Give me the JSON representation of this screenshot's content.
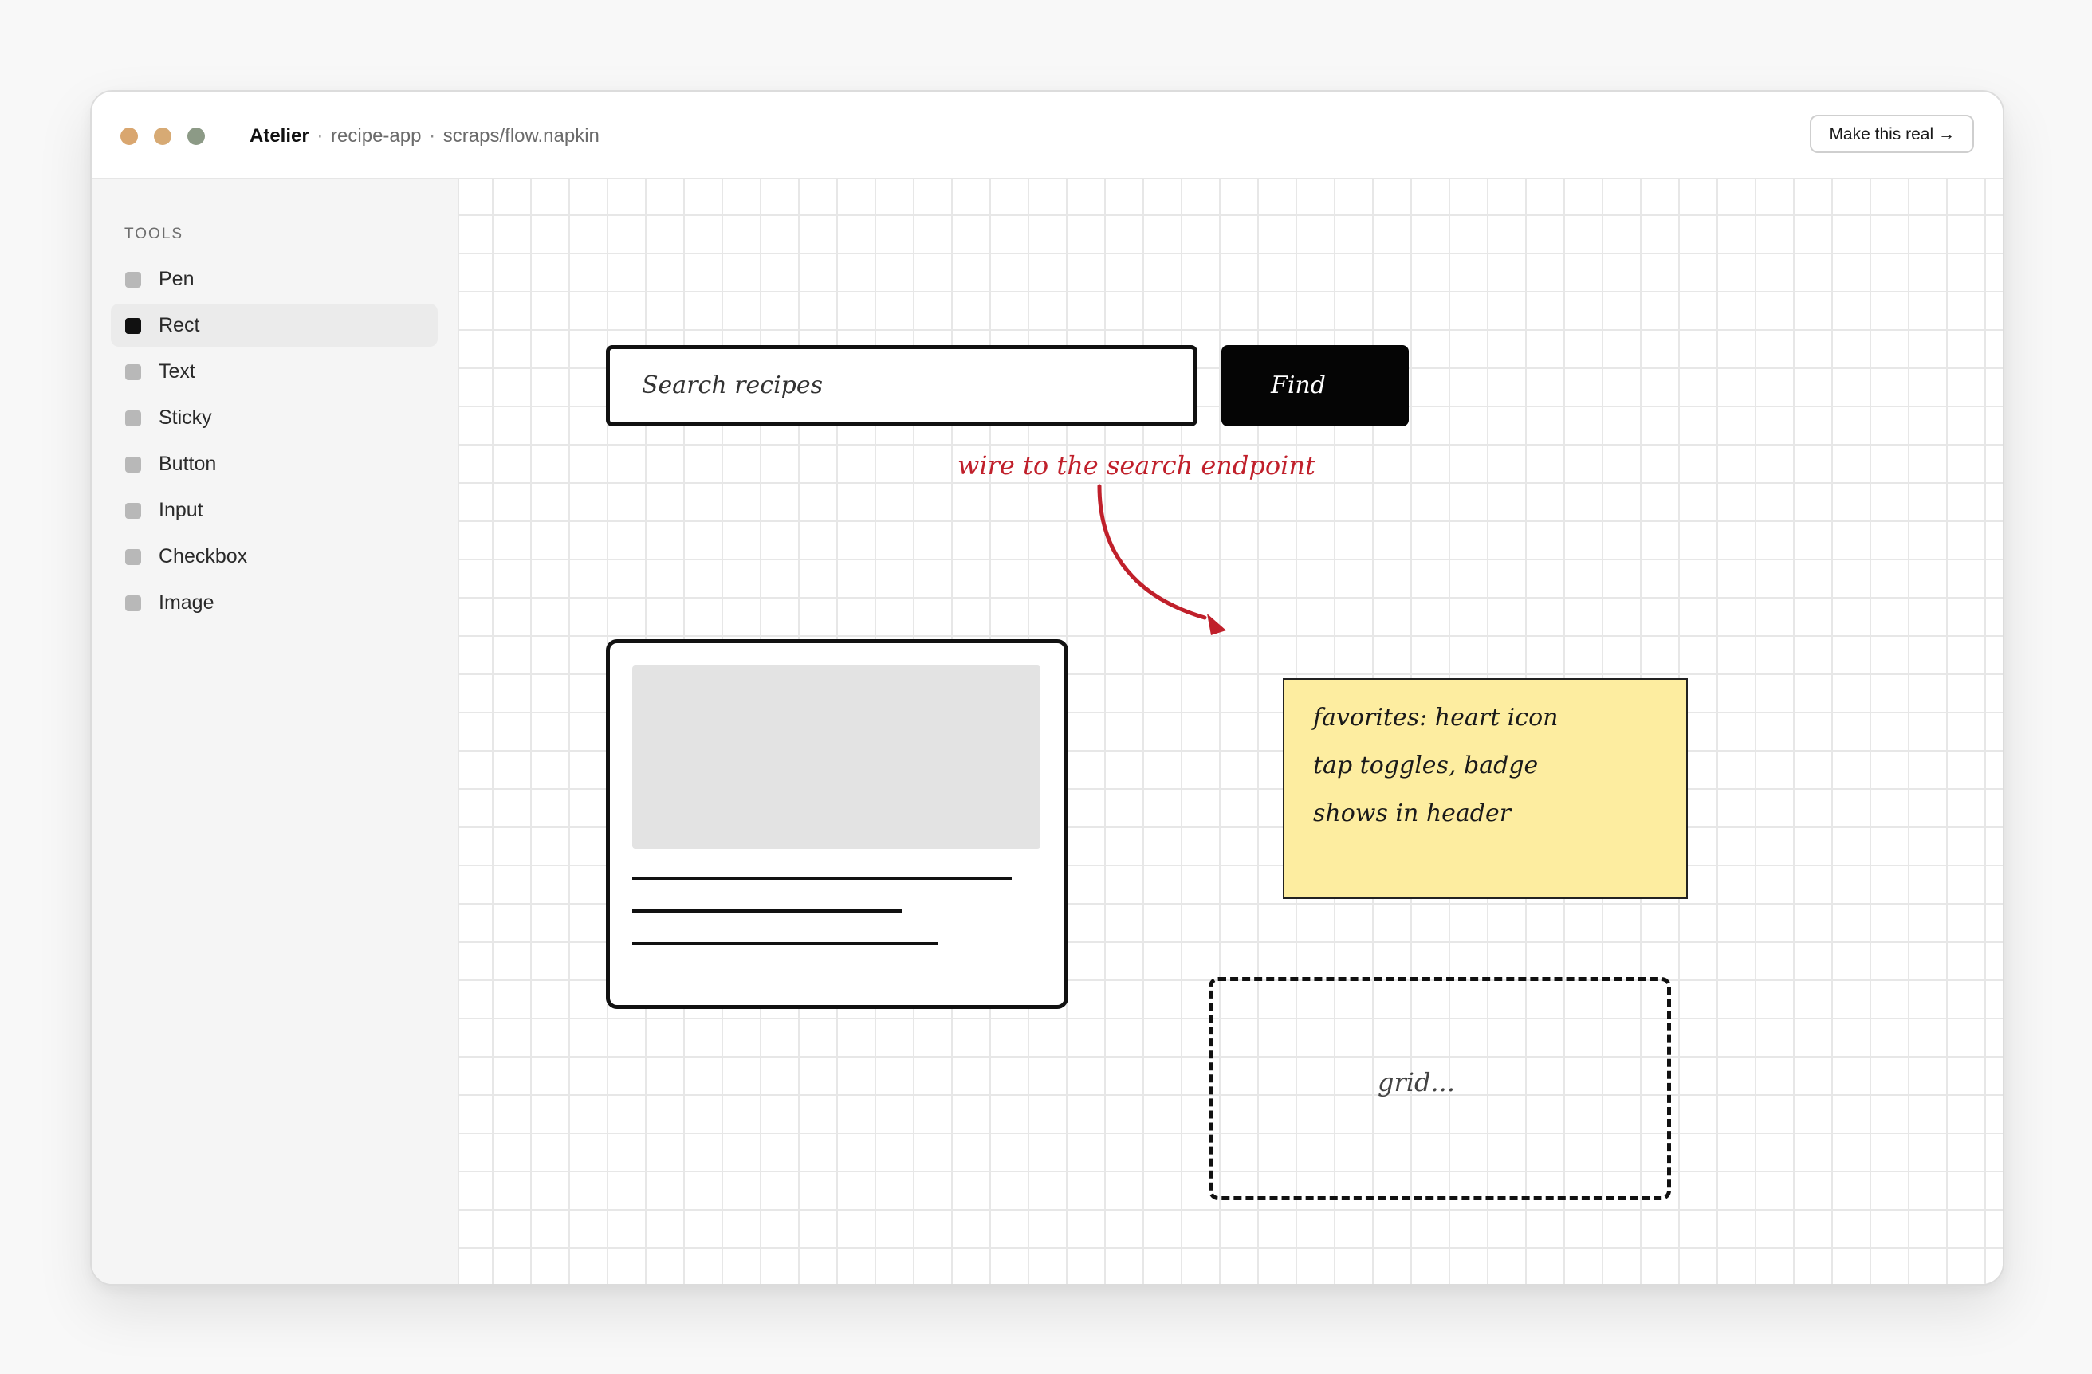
{
  "window": {
    "dots": [
      {
        "name": "close",
        "color": "#d9a66f"
      },
      {
        "name": "minimize",
        "color": "#d7aa74"
      },
      {
        "name": "maximize",
        "color": "#8c9a86"
      }
    ],
    "breadcrumb": {
      "app": "Atelier",
      "separator": "·",
      "project": "recipe-app",
      "file": "scraps/flow.napkin"
    },
    "cta_label": "Make this real →"
  },
  "sidebar": {
    "heading": "TOOLS",
    "tools": [
      {
        "label": "Pen",
        "active": false
      },
      {
        "label": "Rect",
        "active": true
      },
      {
        "label": "Text",
        "active": false
      },
      {
        "label": "Sticky",
        "active": false
      },
      {
        "label": "Button",
        "active": false
      },
      {
        "label": "Input",
        "active": false
      },
      {
        "label": "Checkbox",
        "active": false
      },
      {
        "label": "Image",
        "active": false
      }
    ]
  },
  "canvas": {
    "search_input": {
      "text": "Search recipes"
    },
    "find_button": {
      "label": "Find"
    },
    "annotation": {
      "text": "wire to the search endpoint",
      "color": "#c0202b"
    },
    "sticky": {
      "lines": [
        "favorites: heart icon",
        "tap toggles, badge",
        "shows in header"
      ],
      "color": "#fdeda0"
    },
    "placeholder": {
      "text": "grid..."
    }
  }
}
